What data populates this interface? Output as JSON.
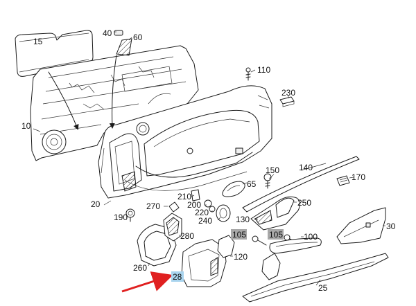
{
  "diagram": {
    "labels": {
      "p15": "15",
      "p40": "40",
      "p60": "60",
      "p110": "110",
      "p230": "230",
      "p10": "10",
      "p20": "20",
      "p150": "150",
      "p140": "140",
      "p170": "170",
      "p65": "65",
      "p210": "210",
      "p270": "270",
      "p200": "200",
      "p220": "220",
      "p240": "240",
      "p190": "190",
      "p130": "130",
      "p250": "250",
      "p105a": "105",
      "p105b": "105",
      "p100": "100",
      "p30": "30",
      "p280": "280",
      "p120": "120",
      "p260": "260",
      "p28": "28",
      "p25": "25"
    },
    "colors": {
      "line": "#1a1a1a",
      "highlight_gray": "#a8a8a8",
      "highlight_blue": "#a9d4ee",
      "arrow_red": "#e02020"
    }
  }
}
